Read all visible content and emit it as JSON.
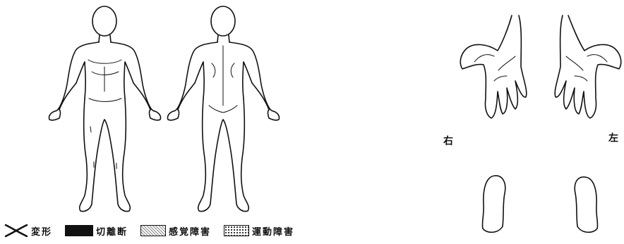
{
  "labels": {
    "right": "右",
    "left": "左"
  },
  "legend": [
    {
      "icon": "cross-mark-icon",
      "text": "変形"
    },
    {
      "icon": "solid-black-swatch-icon",
      "text": "切離断"
    },
    {
      "icon": "hatched-swatch-icon",
      "text": "感覚障害"
    },
    {
      "icon": "dotted-swatch-icon",
      "text": "運動障害"
    }
  ],
  "colors": {
    "ink": "#111111",
    "background": "#ffffff"
  }
}
